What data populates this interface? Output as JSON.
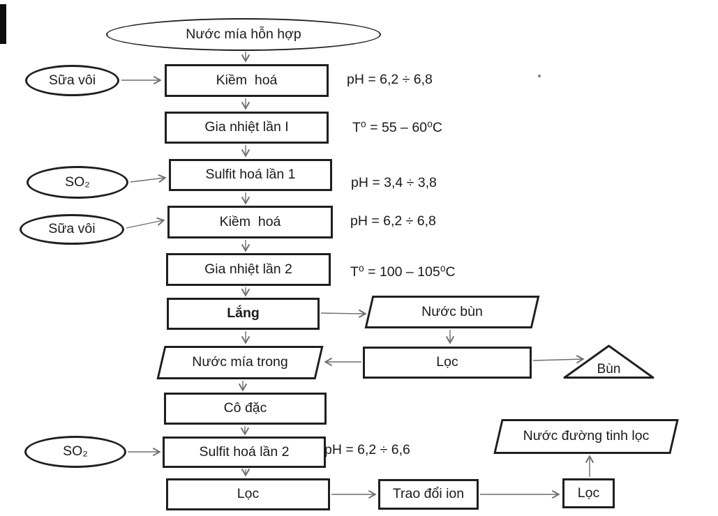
{
  "colors": {
    "background": "#ffffff",
    "shape_border": "#1f1f1f",
    "text": "#1a1a1a",
    "connector": "#6f6f6f"
  },
  "nodes": [
    {
      "id": "mixed-cane-juice",
      "shape": "ellipse",
      "label": "Nước mía hỗn hợp"
    },
    {
      "id": "lime-milk-1",
      "shape": "ellipse",
      "label": "Sữa vôi"
    },
    {
      "id": "alkalization-1",
      "shape": "process",
      "label": "Kiềm  hoá"
    },
    {
      "id": "heating-1",
      "shape": "process",
      "label": "Gia nhiệt lần I"
    },
    {
      "id": "so2-1",
      "shape": "ellipse",
      "label": "SO₂"
    },
    {
      "id": "sulfitation-1",
      "shape": "process",
      "label": "Sulfit hoá lần 1"
    },
    {
      "id": "lime-milk-2",
      "shape": "ellipse",
      "label": "Sữa vôi"
    },
    {
      "id": "alkalization-2",
      "shape": "process",
      "label": "Kiềm  hoá"
    },
    {
      "id": "heating-2",
      "shape": "process",
      "label": "Gia nhiệt lần 2"
    },
    {
      "id": "settling",
      "shape": "process",
      "label": "Lắng"
    },
    {
      "id": "mud-water",
      "shape": "parallelogram",
      "label": "Nước bùn"
    },
    {
      "id": "clear-cane-juice",
      "shape": "parallelogram",
      "label": "Nước mía trong"
    },
    {
      "id": "filter-mid",
      "shape": "process",
      "label": "Lọc"
    },
    {
      "id": "mud",
      "shape": "triangle",
      "label": "Bùn"
    },
    {
      "id": "evaporation",
      "shape": "process",
      "label": "Cô đặc"
    },
    {
      "id": "so2-2",
      "shape": "ellipse",
      "label": "SO₂"
    },
    {
      "id": "sulfitation-2",
      "shape": "process",
      "label": "Sulfit hoá lần 2"
    },
    {
      "id": "filter-bottom",
      "shape": "process",
      "label": "Lọc"
    },
    {
      "id": "ion-exchange",
      "shape": "process",
      "label": "Trao đổi ion"
    },
    {
      "id": "filter-final",
      "shape": "process",
      "label": "Lọc"
    },
    {
      "id": "refined-sugar-water",
      "shape": "parallelogram",
      "label": "Nước đường tinh lọc"
    }
  ],
  "annotations": [
    {
      "id": "ph-alkalization-1",
      "text": "pH = 6,2 ÷ 6,8"
    },
    {
      "id": "temp-heating-1",
      "text": "T⁰ = 55 – 60⁰C"
    },
    {
      "id": "ph-sulfitation-1",
      "text": "pH = 3,4 ÷ 3,8"
    },
    {
      "id": "ph-alkalization-2",
      "text": "pH = 6,2 ÷ 6,8"
    },
    {
      "id": "temp-heating-2",
      "text": "T⁰ = 100 – 105⁰C"
    },
    {
      "id": "ph-sulfitation-2",
      "text": "pH = 6,2 ÷ 6,6"
    }
  ]
}
